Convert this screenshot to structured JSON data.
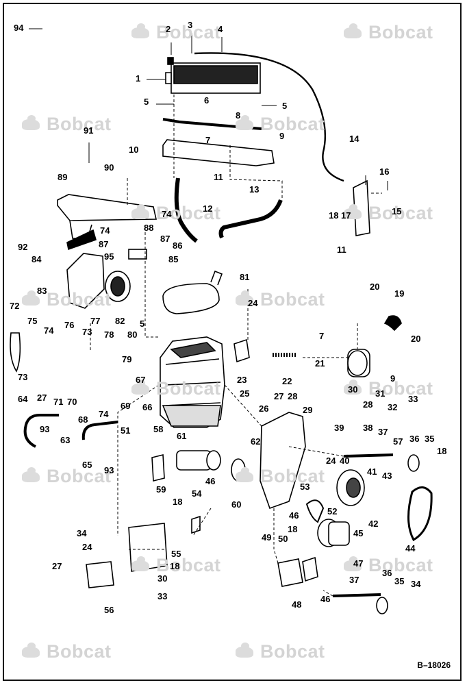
{
  "watermark": {
    "text": "Bobcat",
    "icon": "bobcat-logo-icon"
  },
  "document": {
    "number": "B–18026"
  },
  "callouts": [
    {
      "id": "c94",
      "label": "94"
    },
    {
      "id": "c2",
      "label": "2"
    },
    {
      "id": "c3",
      "label": "3"
    },
    {
      "id": "c4",
      "label": "4"
    },
    {
      "id": "c1",
      "label": "1"
    },
    {
      "id": "c5a",
      "label": "5"
    },
    {
      "id": "c6",
      "label": "6"
    },
    {
      "id": "c5b",
      "label": "5"
    },
    {
      "id": "c8",
      "label": "8"
    },
    {
      "id": "c7a",
      "label": "7"
    },
    {
      "id": "c9a",
      "label": "9"
    },
    {
      "id": "c10",
      "label": "10"
    },
    {
      "id": "c91",
      "label": "91"
    },
    {
      "id": "c14",
      "label": "14"
    },
    {
      "id": "c90",
      "label": "90"
    },
    {
      "id": "c11a",
      "label": "11"
    },
    {
      "id": "c16",
      "label": "16"
    },
    {
      "id": "c89",
      "label": "89"
    },
    {
      "id": "c13",
      "label": "13"
    },
    {
      "id": "c12",
      "label": "12"
    },
    {
      "id": "c74a",
      "label": "74"
    },
    {
      "id": "c18a",
      "label": "18"
    },
    {
      "id": "c17",
      "label": "17"
    },
    {
      "id": "c15",
      "label": "15"
    },
    {
      "id": "c88",
      "label": "88"
    },
    {
      "id": "c74b",
      "label": "74"
    },
    {
      "id": "c87a",
      "label": "87"
    },
    {
      "id": "c11b",
      "label": "11"
    },
    {
      "id": "c92",
      "label": "92"
    },
    {
      "id": "c87b",
      "label": "87"
    },
    {
      "id": "c86",
      "label": "86"
    },
    {
      "id": "c84",
      "label": "84"
    },
    {
      "id": "c95",
      "label": "95"
    },
    {
      "id": "c85",
      "label": "85"
    },
    {
      "id": "c81",
      "label": "81"
    },
    {
      "id": "c20a",
      "label": "20"
    },
    {
      "id": "c83",
      "label": "83"
    },
    {
      "id": "c19",
      "label": "19"
    },
    {
      "id": "c24a",
      "label": "24"
    },
    {
      "id": "c72",
      "label": "72"
    },
    {
      "id": "c75",
      "label": "75"
    },
    {
      "id": "c77",
      "label": "77"
    },
    {
      "id": "c82",
      "label": "82"
    },
    {
      "id": "c5c",
      "label": "5"
    },
    {
      "id": "c76",
      "label": "76"
    },
    {
      "id": "c74c",
      "label": "74"
    },
    {
      "id": "c73a",
      "label": "73"
    },
    {
      "id": "c78",
      "label": "78"
    },
    {
      "id": "c80",
      "label": "80"
    },
    {
      "id": "c7b",
      "label": "7"
    },
    {
      "id": "c20b",
      "label": "20"
    },
    {
      "id": "c21",
      "label": "21"
    },
    {
      "id": "c79",
      "label": "79"
    },
    {
      "id": "c73b",
      "label": "73"
    },
    {
      "id": "c23",
      "label": "23"
    },
    {
      "id": "c9b",
      "label": "9"
    },
    {
      "id": "c22",
      "label": "22"
    },
    {
      "id": "c67",
      "label": "67"
    },
    {
      "id": "c27a",
      "label": "27"
    },
    {
      "id": "c71",
      "label": "71"
    },
    {
      "id": "c70",
      "label": "70"
    },
    {
      "id": "c25",
      "label": "25"
    },
    {
      "id": "c30a",
      "label": "30"
    },
    {
      "id": "c64",
      "label": "64"
    },
    {
      "id": "c66",
      "label": "66"
    },
    {
      "id": "c27b",
      "label": "27"
    },
    {
      "id": "c28a",
      "label": "28"
    },
    {
      "id": "c28b",
      "label": "28"
    },
    {
      "id": "c31",
      "label": "31"
    },
    {
      "id": "c33a",
      "label": "33"
    },
    {
      "id": "c74d",
      "label": "74"
    },
    {
      "id": "c69",
      "label": "69"
    },
    {
      "id": "c68",
      "label": "68"
    },
    {
      "id": "c26",
      "label": "26"
    },
    {
      "id": "c32",
      "label": "32"
    },
    {
      "id": "c29",
      "label": "29"
    },
    {
      "id": "c93a",
      "label": "93"
    },
    {
      "id": "c63",
      "label": "63"
    },
    {
      "id": "c51",
      "label": "51"
    },
    {
      "id": "c58",
      "label": "58"
    },
    {
      "id": "c39",
      "label": "39"
    },
    {
      "id": "c38",
      "label": "38"
    },
    {
      "id": "c37a",
      "label": "37"
    },
    {
      "id": "c61",
      "label": "61"
    },
    {
      "id": "c62",
      "label": "62"
    },
    {
      "id": "c36a",
      "label": "36"
    },
    {
      "id": "c35a",
      "label": "35"
    },
    {
      "id": "c65",
      "label": "65"
    },
    {
      "id": "c93b",
      "label": "93"
    },
    {
      "id": "c24b",
      "label": "24"
    },
    {
      "id": "c40",
      "label": "40"
    },
    {
      "id": "c57",
      "label": "57"
    },
    {
      "id": "c18b",
      "label": "18"
    },
    {
      "id": "c59",
      "label": "59"
    },
    {
      "id": "c41",
      "label": "41"
    },
    {
      "id": "c43",
      "label": "43"
    },
    {
      "id": "c54",
      "label": "54"
    },
    {
      "id": "c46a",
      "label": "46"
    },
    {
      "id": "c53",
      "label": "53"
    },
    {
      "id": "c60",
      "label": "60"
    },
    {
      "id": "c18c",
      "label": "18"
    },
    {
      "id": "c52",
      "label": "52"
    },
    {
      "id": "c42",
      "label": "42"
    },
    {
      "id": "c46b",
      "label": "46"
    },
    {
      "id": "c18d",
      "label": "18"
    },
    {
      "id": "c34a",
      "label": "34"
    },
    {
      "id": "c24c",
      "label": "24"
    },
    {
      "id": "c45",
      "label": "45"
    },
    {
      "id": "c55",
      "label": "55"
    },
    {
      "id": "c49",
      "label": "49"
    },
    {
      "id": "c50",
      "label": "50"
    },
    {
      "id": "c44",
      "label": "44"
    },
    {
      "id": "c27c",
      "label": "27"
    },
    {
      "id": "c18e",
      "label": "18"
    },
    {
      "id": "c47",
      "label": "47"
    },
    {
      "id": "c36b",
      "label": "36"
    },
    {
      "id": "c30b",
      "label": "30"
    },
    {
      "id": "c37b",
      "label": "37"
    },
    {
      "id": "c35b",
      "label": "35"
    },
    {
      "id": "c34b",
      "label": "34"
    },
    {
      "id": "c33b",
      "label": "33"
    },
    {
      "id": "c46c",
      "label": "46"
    },
    {
      "id": "c56",
      "label": "56"
    },
    {
      "id": "c48",
      "label": "48"
    }
  ]
}
